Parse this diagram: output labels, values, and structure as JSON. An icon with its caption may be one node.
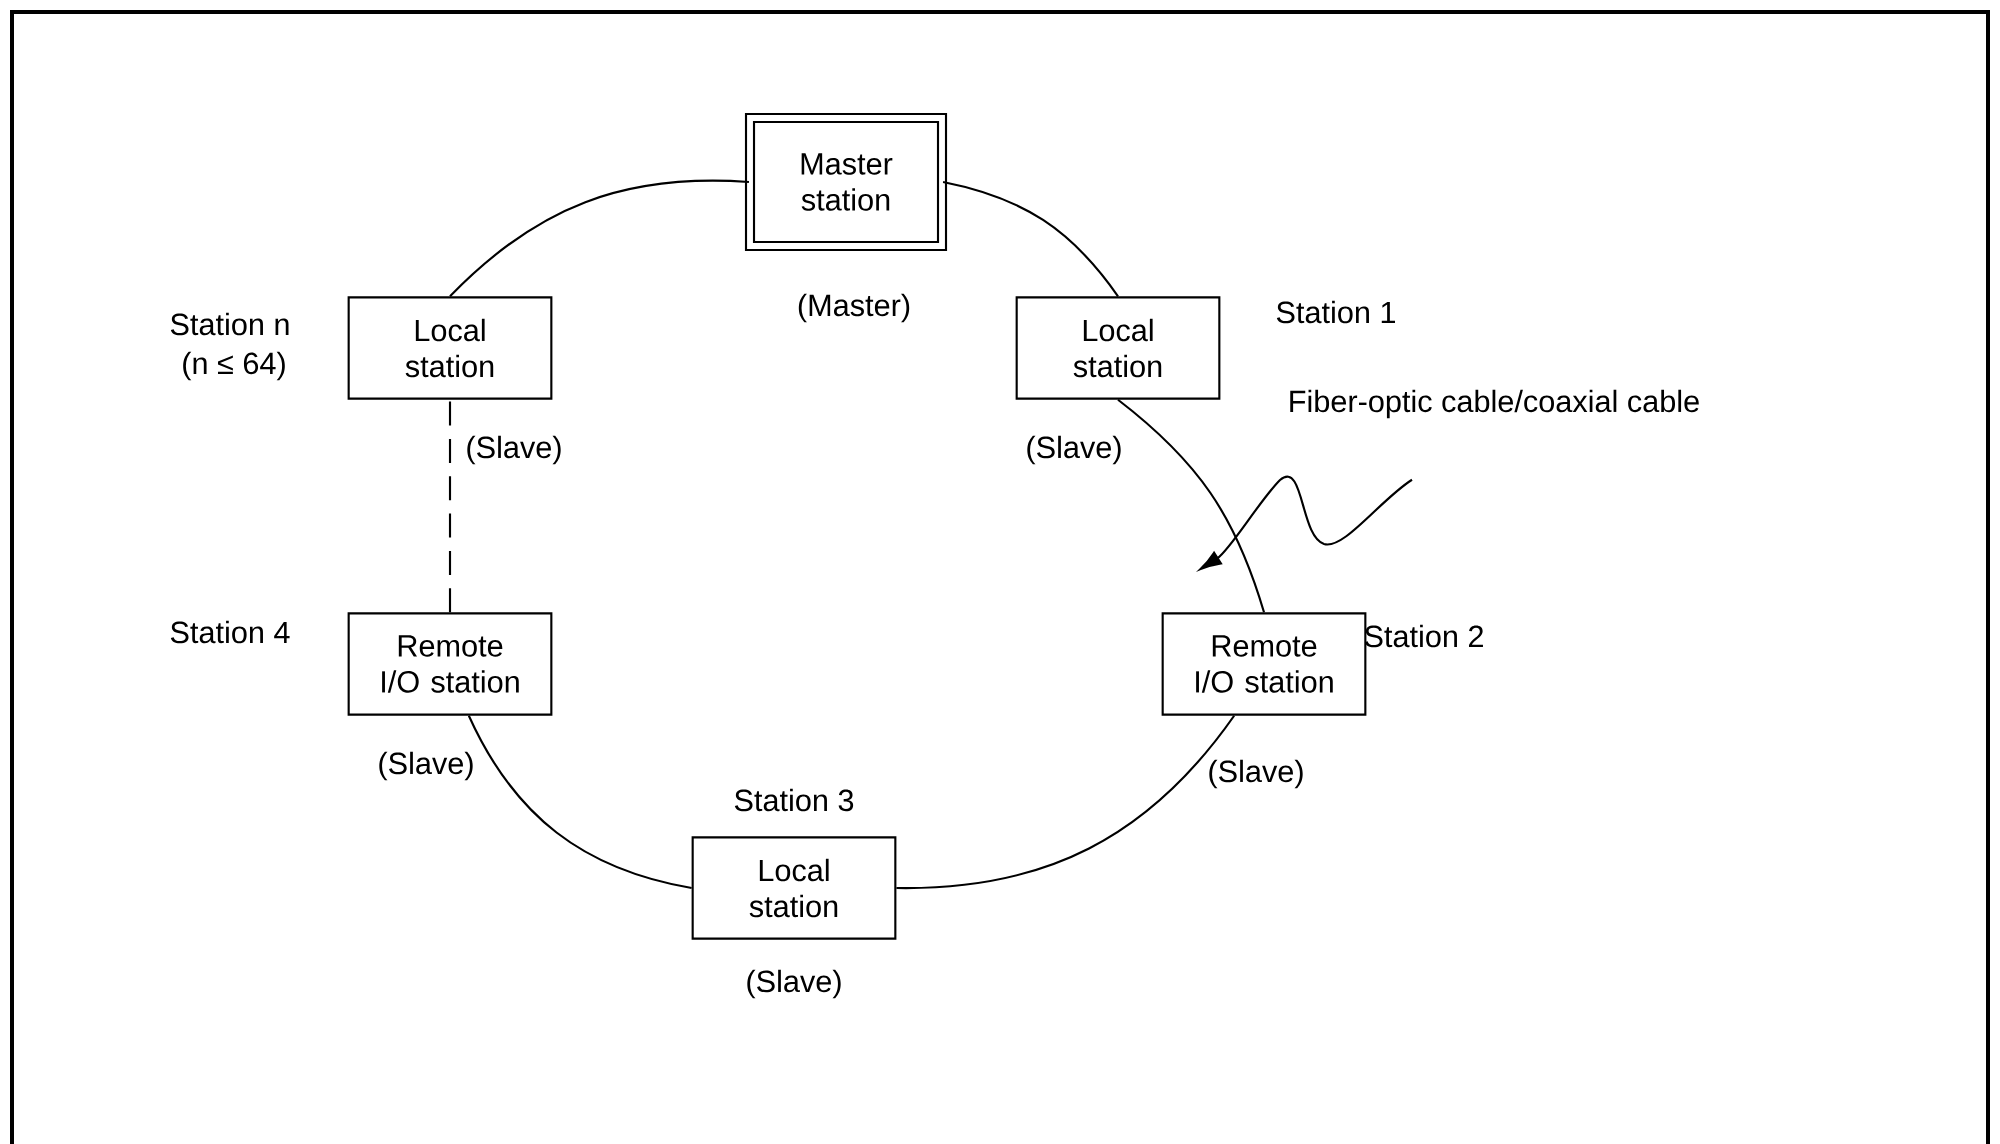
{
  "diagram": {
    "nodes": [
      {
        "text": [
          "Master station"
        ],
        "beside": [
          "(Master)"
        ]
      },
      {
        "text": [
          "Local station"
        ],
        "beside": [
          "Station 1",
          "(Slave)"
        ]
      },
      {
        "text": [
          "Remote I/O station"
        ],
        "beside": [
          "Station 2",
          "(Slave)"
        ]
      },
      {
        "text": [
          "Local station"
        ],
        "beside": [
          "Station 3",
          "(Slave)"
        ]
      },
      {
        "text": [
          "Remote I/O station"
        ],
        "beside": [
          "Station 4",
          "(Slave)"
        ]
      },
      {
        "text": [
          "Local station"
        ],
        "beside": [
          "Station n",
          "(n ≤ 64)",
          "(Slave)"
        ]
      },
      {
        "text": [
          "Fiber-optic cable/coaxial cable"
        ]
      }
    ],
    "edges": [
      {
        "from": 0,
        "to": 1,
        "arrow": "none"
      },
      {
        "from": 1,
        "to": 2,
        "arrow": "none"
      },
      {
        "from": 2,
        "to": 3,
        "arrow": "none"
      },
      {
        "from": 3,
        "to": 4,
        "arrow": "none"
      },
      {
        "from": 4,
        "to": 5,
        "arrow": "none",
        "style": "dashed"
      },
      {
        "from": 5,
        "to": 0,
        "arrow": "none"
      },
      {
        "from": 6,
        "to": null,
        "arrow": "to"
      }
    ]
  }
}
